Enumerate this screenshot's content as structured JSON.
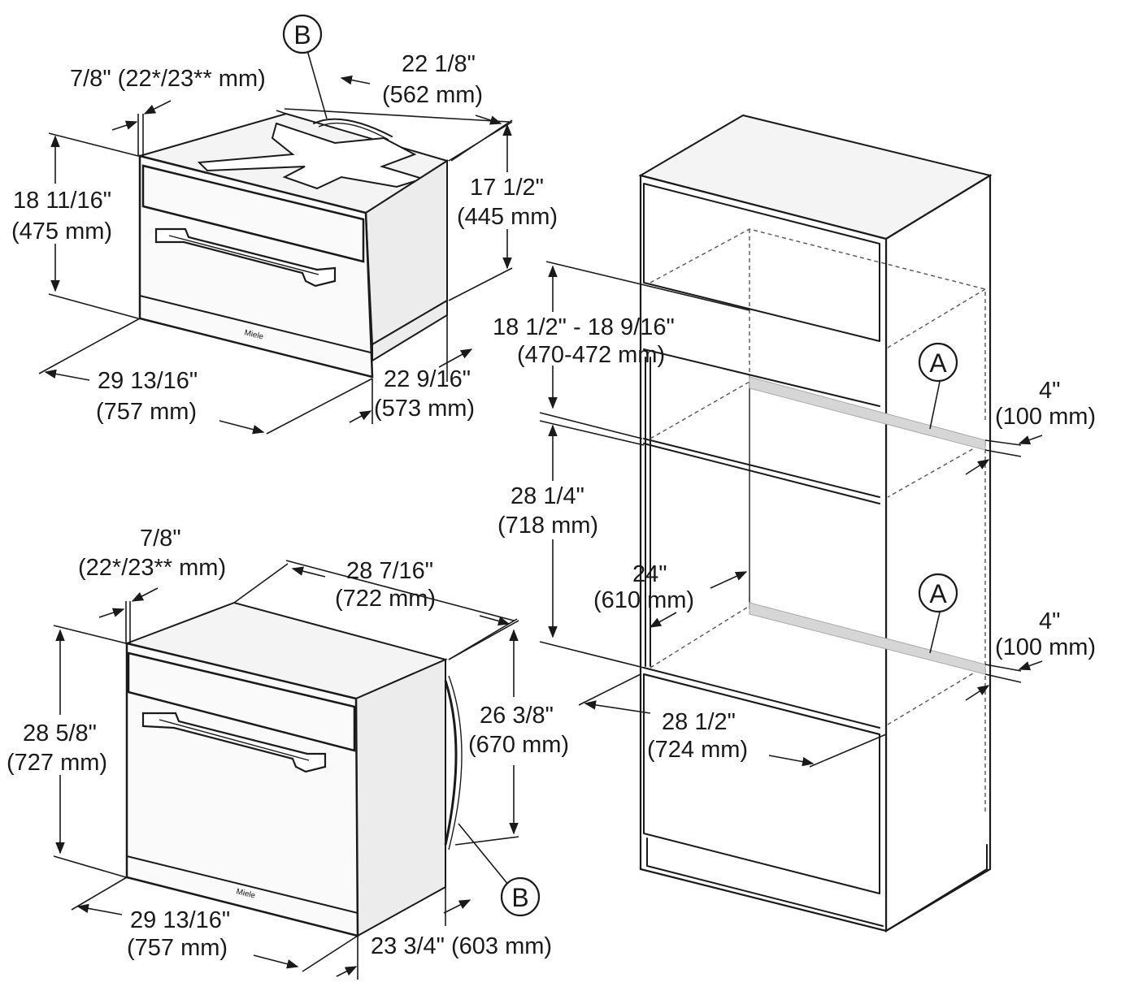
{
  "dimensions": {
    "top_oven": {
      "depth_panel": "7/8\" (22*/23** mm)",
      "width_back": "22 1/8\"",
      "width_back_mm": "(562 mm)",
      "height_front": "18 11/16\"",
      "height_front_mm": "(475 mm)",
      "height_side": "17 1/2\"",
      "height_side_mm": "(445 mm)",
      "width_front": "29 13/16\"",
      "width_front_mm": "(757 mm)",
      "depth": "22 9/16\"",
      "depth_mm": "(573 mm)"
    },
    "bottom_oven": {
      "depth_panel": "7/8\"",
      "depth_panel_mm": "(22*/23** mm)",
      "width_back": "28 7/16\"",
      "width_back_mm": "(722 mm)",
      "height_front": "28 5/8\"",
      "height_front_mm": "(727 mm)",
      "height_side": "26 3/8\"",
      "height_side_mm": "(670 mm)",
      "width_front": "29 13/16\"",
      "width_front_mm": "(757 mm)",
      "depth": "23 3/4\" (603 mm)"
    },
    "cabinet": {
      "upper_opening": "18 1/2\" - 18 9/16\"",
      "upper_opening_mm": "(470-472 mm)",
      "lower_opening": "28 1/4\"",
      "lower_opening_mm": "(718 mm)",
      "depth": "24\"",
      "depth_mm": "(610 mm)",
      "width": "28 1/2\"",
      "width_mm": "(724 mm)",
      "shelf_upper": "4\"",
      "shelf_upper_mm": "(100 mm)",
      "shelf_lower": "4\"",
      "shelf_lower_mm": "(100 mm)"
    }
  },
  "callouts": {
    "a": "A",
    "b": "B"
  },
  "brand": "Miele",
  "colors": {
    "line": "#1a1a1a",
    "shelf_band": "#d6d6d6"
  }
}
